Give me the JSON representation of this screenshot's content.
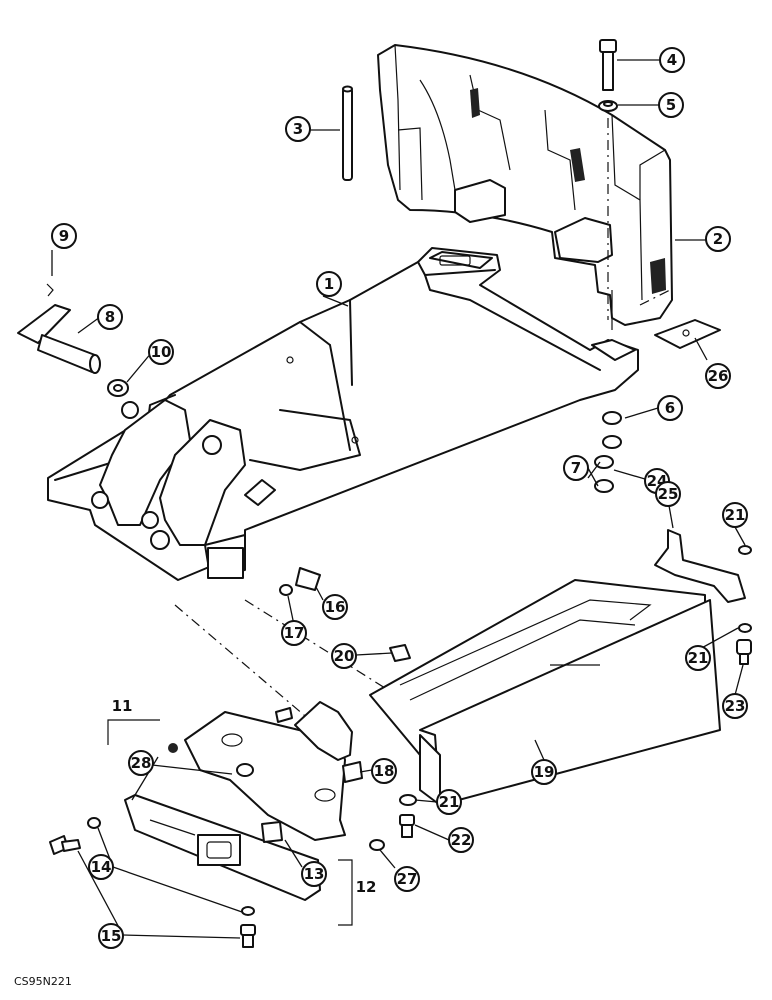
{
  "figure_code": "CS95N221",
  "callouts": [
    "1",
    "2",
    "3",
    "4",
    "5",
    "6",
    "7",
    "8",
    "9",
    "10",
    "11",
    "12",
    "13",
    "14",
    "15",
    "16",
    "17",
    "18",
    "19",
    "20",
    "21",
    "22",
    "23",
    "24",
    "25",
    "26",
    "27",
    "28"
  ]
}
